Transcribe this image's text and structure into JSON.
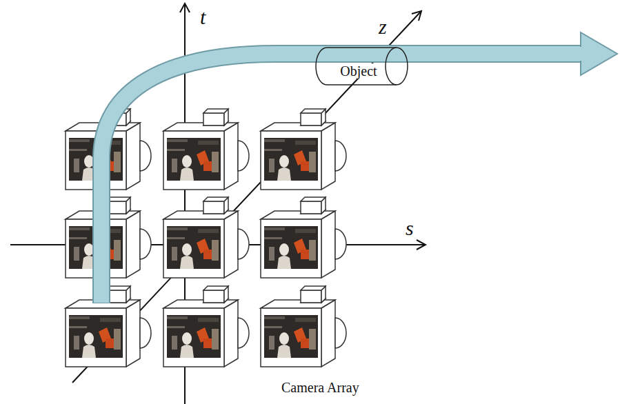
{
  "diagram": {
    "nodes": [
      {
        "text": [
          "Object"
        ]
      }
    ],
    "labels": [
      "t",
      "z",
      "s",
      "Camera Array"
    ]
  }
}
